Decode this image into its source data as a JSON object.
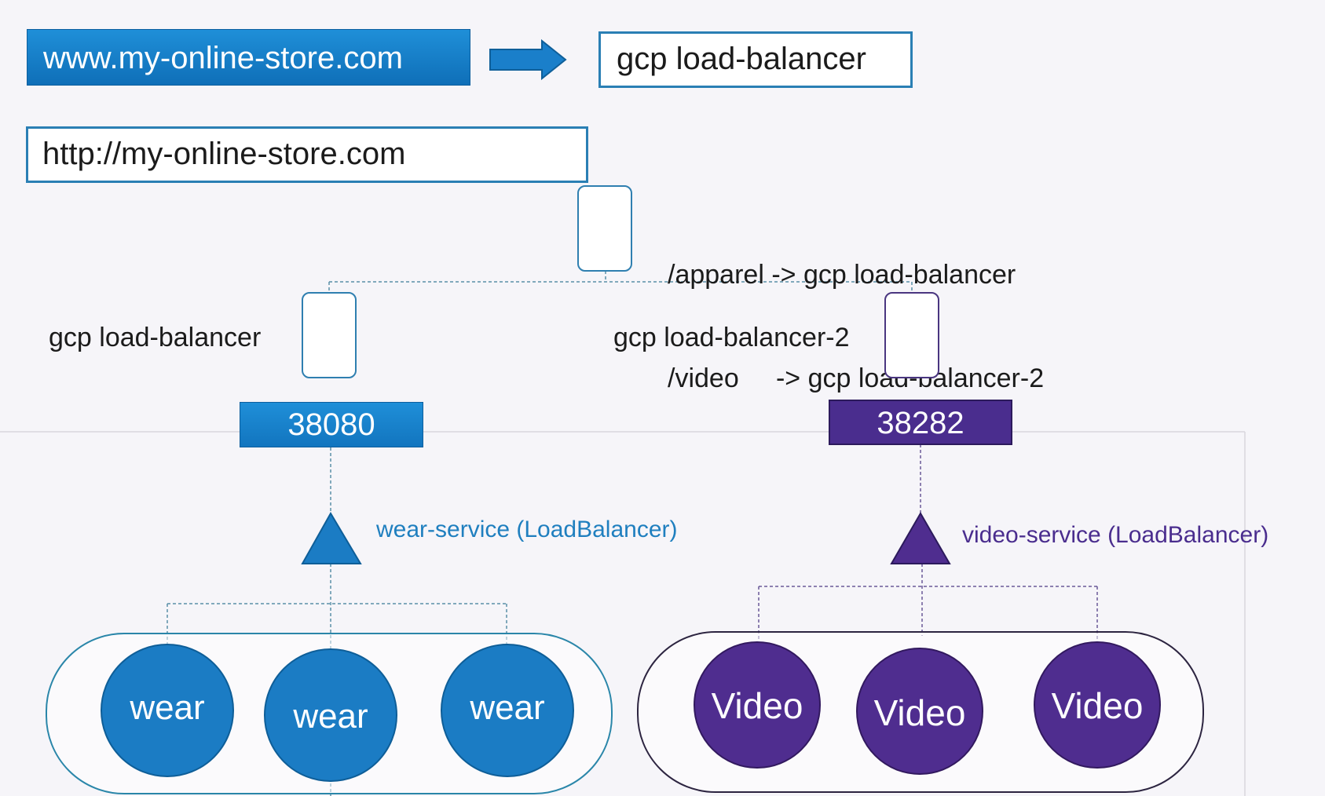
{
  "header": {
    "domain_banner": "www.my-online-store.com",
    "top_lb_label": "gcp load-balancer",
    "http_url": "http://my-online-store.com"
  },
  "routing": {
    "rule_apparel": "/apparel -> gcp load-balancer",
    "rule_video": "/video     -> gcp load-balancer-2"
  },
  "wear": {
    "lb_label": "gcp load-balancer",
    "port": "38080",
    "service_label": "wear-service (LoadBalancer)",
    "pods": [
      "wear",
      "wear",
      "wear"
    ],
    "color": "#1b7cc4"
  },
  "video": {
    "lb_label": "gcp load-balancer-2",
    "port": "38282",
    "service_label": "video-service (LoadBalancer)",
    "pods": [
      "Video",
      "Video",
      "Video"
    ],
    "color": "#4f2d8f"
  }
}
